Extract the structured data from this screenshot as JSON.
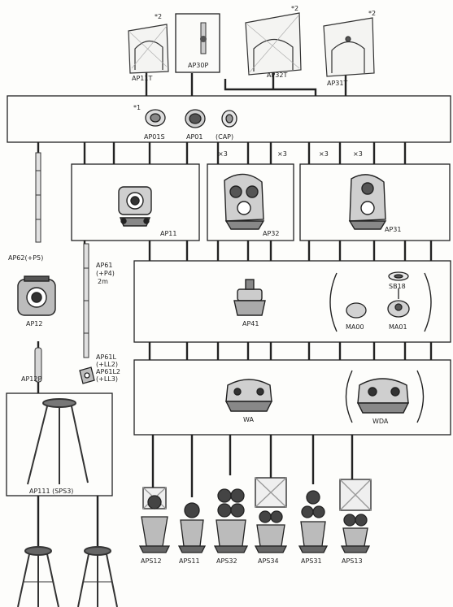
{
  "top_targets": [
    {
      "note": "*2",
      "label": "AP11T"
    },
    {
      "note": "",
      "label": "AP30P"
    },
    {
      "note": "*2",
      "label": "AP32T"
    },
    {
      "note": "*2",
      "label": "AP31T"
    }
  ],
  "adapter_bar": {
    "note": "*1",
    "items": [
      "AP01S",
      "AP01",
      "(CAP)"
    ]
  },
  "multipliers": [
    "×3",
    "×3",
    "×3",
    "×3"
  ],
  "tribrach_units": [
    "AP11",
    "AP32",
    "AP31"
  ],
  "left_column": {
    "rod_label": "AP62(+P5)",
    "optical_plummet": "AP12",
    "plummet_rod": "AP12P",
    "tripod_box_label": "AP111 (SPS3)"
  },
  "pole_column": {
    "pole_label": [
      "AP61",
      "(+P4)",
      "2m"
    ],
    "level_label": [
      "AP61L",
      "(+LL2)",
      "AP61L2",
      "(+LL3)"
    ]
  },
  "adapter_box": {
    "main": "AP41",
    "options": [
      "SB18",
      "MA00",
      "MA01"
    ]
  },
  "tribrach_box": {
    "items": [
      "WA",
      "WDA"
    ]
  },
  "prism_sets": [
    "APS12",
    "APS11",
    "APS32",
    "APS34",
    "APS31",
    "APS13"
  ]
}
